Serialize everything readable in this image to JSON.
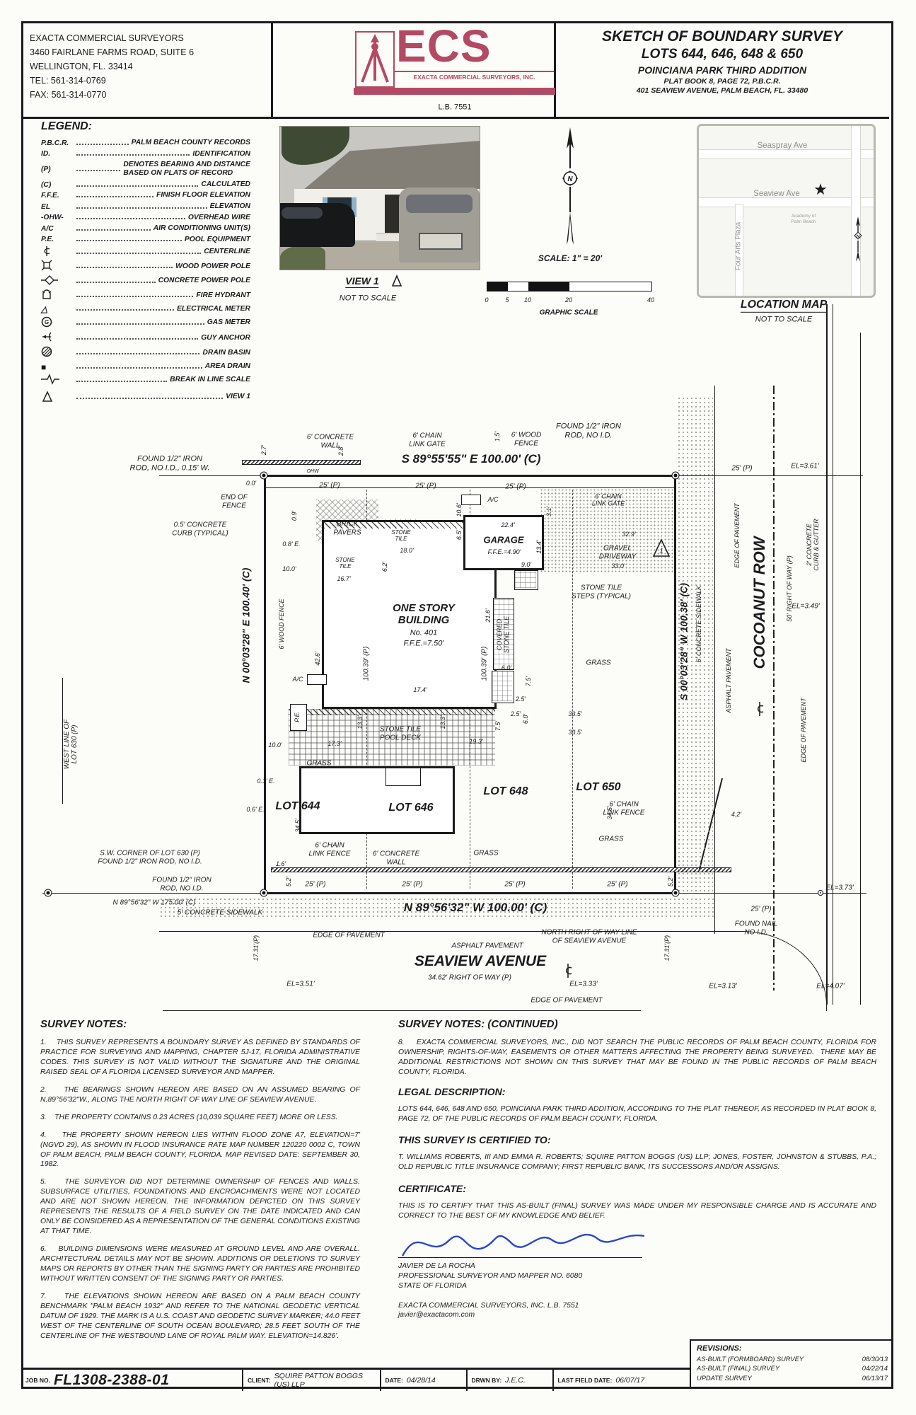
{
  "header": {
    "company": [
      "EXACTA COMMERCIAL SURVEYORS",
      "3460 FAIRLANE FARMS ROAD, SUITE 6",
      "WELLINGTON, FL. 33414",
      "TEL: 561-314-0769",
      "FAX: 561-314-0770"
    ],
    "logo": {
      "acronym": "ECS",
      "sub": "EXACTA COMMERCIAL SURVEYORS, INC.",
      "lb": "L.B. 7551"
    },
    "title": [
      "SKETCH OF BOUNDARY SURVEY",
      "LOTS 644, 646, 648 & 650",
      "POINCIANA PARK THIRD ADDITION",
      "PLAT BOOK 8, PAGE 72, P.B.C.R.",
      "401 SEAVIEW AVENUE, PALM BEACH, FL. 33480"
    ]
  },
  "legend": {
    "title": "LEGEND:",
    "items": [
      {
        "sym": "P.B.C.R.",
        "label": "PALM BEACH COUNTY RECORDS"
      },
      {
        "sym": "ID.",
        "label": "IDENTIFICATION"
      },
      {
        "sym": "(P)",
        "label": "DENOTES BEARING AND DISTANCE\nBASED ON PLATS OF RECORD"
      },
      {
        "sym": "(C)",
        "label": "CALCULATED"
      },
      {
        "sym": "F.F.E.",
        "label": "FINISH FLOOR ELEVATION"
      },
      {
        "sym": "EL",
        "label": "ELEVATION"
      },
      {
        "sym": "-OHW-",
        "label": "OVERHEAD WIRE"
      },
      {
        "sym": "A/C",
        "label": "AIR CONDITIONING UNIT(S)"
      },
      {
        "sym": "P.E.",
        "label": "POOL EQUIPMENT"
      },
      {
        "sym": "",
        "label": "CENTERLINE"
      },
      {
        "sym": "",
        "label": "WOOD POWER POLE"
      },
      {
        "sym": "",
        "label": "CONCRETE POWER POLE"
      },
      {
        "sym": "",
        "label": "FIRE HYDRANT"
      },
      {
        "sym": "△",
        "label": "ELECTRICAL METER"
      },
      {
        "sym": "",
        "label": "GAS METER"
      },
      {
        "sym": "",
        "label": "GUY ANCHOR"
      },
      {
        "sym": "",
        "label": "DRAIN BASIN"
      },
      {
        "sym": "■",
        "label": "AREA DRAIN"
      },
      {
        "sym": "",
        "label": "BREAK IN LINE SCALE"
      },
      {
        "sym": "",
        "label": "VIEW 1"
      }
    ]
  },
  "view1": {
    "label": "VIEW 1",
    "note": "NOT TO SCALE"
  },
  "scalebar": {
    "text": "SCALE: 1\" = 20'",
    "ticks": [
      "0",
      "5",
      "10",
      "20",
      "40"
    ],
    "caption": "GRAPHIC SCALE"
  },
  "locmap": {
    "title": "LOCATION MAP",
    "note": "NOT TO SCALE",
    "streets": [
      "Seaspray Ave",
      "Seaview Ave",
      "Four Arts Plaza"
    ],
    "poi": "Academy of\nPalm Beach",
    "north": "N"
  },
  "survey": {
    "top": [
      "FOUND 1/2\" IRON\nROD, NO I.D., 0.15' W.",
      "6' CONCRETE\nWALL",
      "6' CHAIN\nLINK GATE",
      "6' WOOD\nFENCE",
      "FOUND 1/2\" IRON\nROD, NO I.D.",
      "S 89°55'55\" E 100.00' (C)",
      "0.0'",
      "25' (P)",
      "25' (P)",
      "25' (P)",
      "2.7'",
      "2.8'",
      "1.5'",
      "OHW",
      "END OF\nFENCE",
      "0.5' CONCRETE\nCURB (TYPICAL)"
    ],
    "west": [
      "N 00°03'28\" E 100.40' (C)",
      "WEST LINE OF\nLOT 630 (P)",
      "6' WOOD FENCE",
      "0.8' E.",
      "10.0'",
      "0.9'",
      "42.6'",
      "A/C",
      "P.E.",
      "10.0'",
      "0.1' E.",
      "0.6' E.",
      "34.5'",
      "1.6'",
      "5.2'",
      "S.W. CORNER OF LOT 630 (P)\nFOUND 1/2\" IRON ROD, NO I.D.",
      "FOUND 1/2\" IRON\nROD, NO I.D.",
      "N 89°56'32\" W 175.00' (C)",
      "17.31'(P)"
    ],
    "east": [
      "S 00°03'28\" W 100.38' (C)",
      "6' CONCRETE SIDEWALK",
      "EDGE OF PAVEMENT",
      "ASPHALT PAVEMENT",
      "COCOANUT ROW",
      "℄",
      "50' RIGHT OF WAY (P)",
      "EDGE OF PAVEMENT",
      "2' CONCRETE\nCURB & GUTTER",
      "EL=3.61'",
      "EL=3.49'",
      "25' (P)",
      "EL=3.73'",
      "25' (P)",
      "FOUND NAIL\nNO I.D.",
      "6' CHAIN\nLINK GATE",
      "GRAVEL\nDRIVEWAY",
      "32.9'",
      "33.0'",
      "STONE TILE\nSTEPS (TYPICAL)",
      "17.31'(P)",
      "4.2'",
      "5.2'",
      "34.5'"
    ],
    "south": [
      "N 89°56'32\" W 100.00' (C)",
      "5' CONCRETE SIDEWALK",
      "EDGE OF PAVEMENT",
      "ASPHALT PAVEMENT",
      "SEAVIEW AVENUE",
      "34.62' RIGHT OF WAY (P)",
      "NORTH RIGHT OF WAY LINE\nOF SEAVIEW AVENUE",
      "EDGE OF PAVEMENT",
      "EL=3.51'",
      "EL=3.33'",
      "EL=3.13'",
      "EL=4.07'",
      "℄",
      "25' (P)",
      "25' (P)",
      "25' (P)",
      "25' (P)"
    ],
    "site": [
      "BRICK\nPAVERS",
      "STONE\nTILE",
      "STONE\nTILE",
      "A/C",
      "22.4'",
      "GARAGE",
      "F.F.E.=4.90'",
      "18.0'",
      "16.7'",
      "10.6'",
      "3.1'",
      "6.5'",
      "6.2'",
      "9.0'",
      "13.4'",
      "ONE STORY\nBUILDING",
      "No. 401",
      "F.F.E.=7.50'",
      "100.39' (P)",
      "100.39' (P)",
      "COVERED\nSTONE TILE",
      "21.6'",
      "6.0'",
      "17.4'",
      "13.3'",
      "13.3'",
      "2.5'",
      "2.5'",
      "7.5'",
      "7.5'",
      "33.5'",
      "33.5'",
      "STONE TILE\nPOOL DECK",
      "17.3'",
      "19.3'",
      "GRASS",
      "GRASS",
      "GRASS",
      "LOT 644",
      "LOT 646",
      "LOT 648",
      "LOT 650",
      "6' CHAIN\nLINK FENCE",
      "6' CONCRETE\nWALL",
      "6' CHAIN\nLINK FENCE",
      "6.0'",
      "GRASS",
      "1"
    ]
  },
  "notes": {
    "left_title": "SURVEY NOTES:",
    "left": [
      "1.    THIS SURVEY REPRESENTS A BOUNDARY SURVEY AS DEFINED BY STANDARDS OF PRACTICE FOR SURVEYING AND MAPPING, CHAPTER 5J-17, FLORIDA ADMINISTRATIVE CODES. THIS SURVEY IS NOT VALID WITHOUT THE SIGNATURE AND THE ORIGINAL RAISED SEAL OF A FLORIDA LICENSED SURVEYOR AND MAPPER.",
      "2.    THE BEARINGS SHOWN HEREON ARE BASED ON AN ASSUMED BEARING OF N.89°56'32\"W., ALONG THE NORTH RIGHT OF WAY LINE OF SEAVIEW AVENUE.",
      "3.    THE PROPERTY CONTAINS 0.23 ACRES (10,039 SQUARE FEET) MORE OR LESS.",
      "4.    THE PROPERTY SHOWN HEREON LIES WITHIN FLOOD ZONE A7, ELEVATION=7' (NGVD 29), AS SHOWN IN FLOOD INSURANCE RATE MAP NUMBER 120220 0002 C, TOWN OF PALM BEACH, PALM BEACH COUNTY, FLORIDA. MAP REVISED DATE: SEPTEMBER 30, 1982.",
      "5.    THE SURVEYOR DID NOT DETERMINE OWNERSHIP OF FENCES AND WALLS. SUBSURFACE UTILITIES, FOUNDATIONS AND ENCROACHMENTS WERE NOT LOCATED AND ARE NOT SHOWN HEREON. THE INFORMATION DEPICTED ON THIS SURVEY REPRESENTS THE RESULTS OF A FIELD SURVEY ON THE DATE INDICATED AND CAN ONLY BE CONSIDERED AS A REPRESENTATION OF THE GENERAL CONDITIONS EXISTING AT THAT TIME.",
      "6.    BUILDING DIMENSIONS WERE MEASURED AT GROUND LEVEL AND ARE OVERALL. ARCHITECTURAL DETAILS MAY NOT BE SHOWN. ADDITIONS OR DELETIONS TO SURVEY MAPS OR REPORTS BY OTHER THAN THE SIGNING PARTY OR PARTIES ARE PROHIBITED WITHOUT WRITTEN CONSENT OF THE SIGNING PARTY OR PARTIES.",
      "7.    THE ELEVATIONS SHOWN HEREON ARE BASED ON A PALM BEACH COUNTY BENCHMARK \"PALM BEACH 1932\" AND REFER TO THE NATIONAL GEODETIC VERTICAL DATUM OF 1929. THE MARK IS A U.S. COAST AND GEODETIC SURVEY MARKER; 44.0 FEET WEST OF THE CENTERLINE OF SOUTH OCEAN BOULEVARD; 28.5 FEET SOUTH OF THE CENTERLINE OF THE WESTBOUND LANE OF ROYAL PALM WAY. ELEVATION=14.826'."
    ],
    "right_title": "SURVEY NOTES: (CONTINUED)",
    "item8": "8.    EXACTA COMMERCIAL SURVEYORS, INC., DID NOT SEARCH THE PUBLIC RECORDS OF PALM BEACH COUNTY, FLORIDA FOR OWNERSHIP, RIGHTS-OF-WAY, EASEMENTS OR OTHER MATTERS AFFECTING THE PROPERTY BEING SURVEYED.  THERE MAY BE ADDITIONAL RESTRICTIONS NOT SHOWN ON THIS SURVEY THAT MAY BE FOUND IN THE PUBLIC RECORDS OF PALM BEACH COUNTY, FLORIDA.",
    "legal_title": "LEGAL DESCRIPTION:",
    "legal": "LOTS 644, 646, 648 AND 650, POINCIANA PARK THIRD ADDITION, ACCORDING TO THE PLAT THEREOF, AS RECORDED IN PLAT BOOK 8, PAGE 72, OF THE PUBLIC RECORDS OF PALM BEACH COUNTY, FLORIDA.",
    "certified_title": "THIS SURVEY IS CERTIFIED TO:",
    "certified": "T. WILLIAMS ROBERTS, III AND EMMA R. ROBERTS; SQUIRE PATTON BOGGS (US) LLP; JONES, FOSTER, JOHNSTON & STUBBS, P.A.; OLD REPUBLIC TITLE INSURANCE COMPANY; FIRST REPUBLIC BANK, ITS SUCCESSORS AND/OR ASSIGNS.",
    "certificate_title": "CERTIFICATE:",
    "certificate": "THIS IS TO CERTIFY THAT THIS AS-BUILT (FINAL) SURVEY WAS MADE UNDER MY RESPONSIBLE CHARGE AND IS ACCURATE AND CORRECT TO THE BEST OF MY KNOWLEDGE AND BELIEF.",
    "signer": [
      "JAVIER DE LA ROCHA",
      "PROFESSIONAL SURVEYOR AND MAPPER NO. 6080",
      "STATE OF FLORIDA"
    ],
    "firm": "EXACTA COMMERCIAL SURVEYORS, INC.  L.B.  7551",
    "email": "javier@exactacom.com"
  },
  "revisions": {
    "title": "REVISIONS:",
    "rows": [
      {
        "label": "AS-BUILT (FORMBOARD) SURVEY",
        "date": "08/30/13"
      },
      {
        "label": "AS-BUILT (FINAL) SURVEY",
        "date": "04/22/14"
      },
      {
        "label": "UPDATE SURVEY",
        "date": "06/13/17"
      }
    ]
  },
  "footer": {
    "job_label": "JOB NO.",
    "job_no": "FL1308-2388-01",
    "client_label": "CLIENT:",
    "client": "SQUIRE PATTON BOGGS (US) LLP",
    "date_label": "DATE:",
    "date": "04/28/14",
    "drwn_label": "DRWN BY:",
    "drwn": "J.E.C.",
    "last_label": "LAST FIELD DATE:",
    "last": "06/07/17"
  }
}
